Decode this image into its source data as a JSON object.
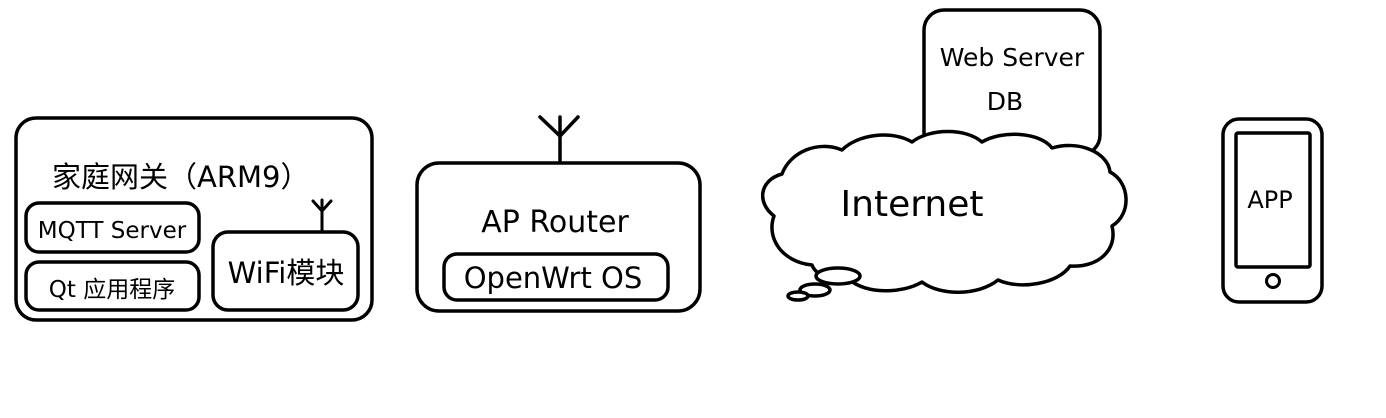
{
  "gateway": {
    "title": "家庭网关（ARM9）",
    "mqtt_label": "MQTT Server",
    "qt_label": "Qt 应用程序",
    "wifi_label": "WiFi模块"
  },
  "router": {
    "title": "AP Router",
    "os_label": "OpenWrt OS"
  },
  "cloud": {
    "label": "Internet"
  },
  "server": {
    "line1": "Web Server",
    "line2": "DB"
  },
  "phone": {
    "label": "APP"
  },
  "colors": {
    "stroke": "#000000",
    "background": "#ffffff"
  }
}
